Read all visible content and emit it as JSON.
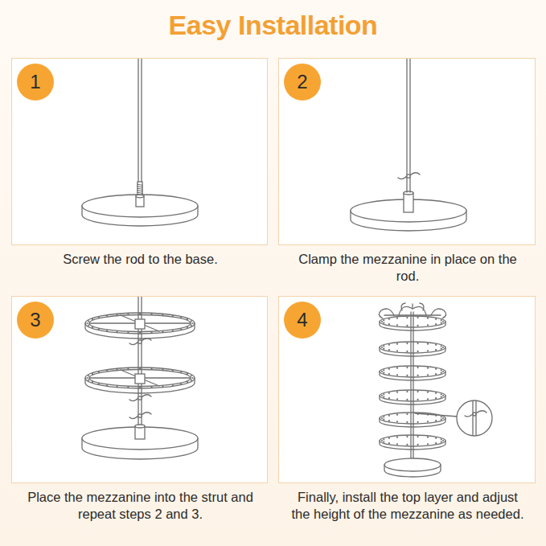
{
  "diagram": {
    "title": "Easy Installation",
    "nodes": [
      {
        "text": [
          "Screw the rod to the base."
        ]
      },
      {
        "text": [
          "1"
        ],
        "in": 0
      },
      {
        "text": [
          "Clamp the mezzanine in place on the rod."
        ]
      },
      {
        "text": [
          "2"
        ],
        "in": 2
      },
      {
        "text": [
          "Place the mezzanine into the strut and repeat steps 2 and 3."
        ]
      },
      {
        "text": [
          "3"
        ],
        "in": 4
      },
      {
        "text": [
          "Finally, install the top layer and adjust the height of the mezzanine as needed."
        ]
      },
      {
        "text": [
          "4"
        ],
        "in": 6
      }
    ]
  }
}
